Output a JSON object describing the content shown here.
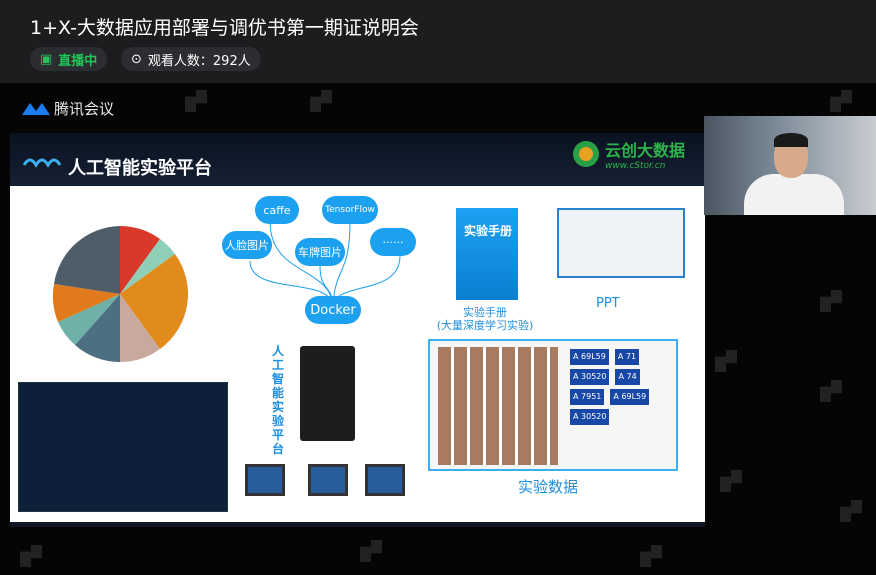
{
  "header": {
    "title": "1+X-大数据应用部署与调优书第一期证说明会",
    "live_label": "直播中",
    "viewers_label": "观看人数：292人"
  },
  "app": {
    "brand": "腾讯会议"
  },
  "slide": {
    "title": "人工智能实验平台",
    "logo_name": "云创大数据",
    "logo_url": "www.cStor.cn",
    "clouds": [
      "caffe",
      "TensorFlow",
      "人脸图片",
      "车牌图片",
      "······",
      "Docker"
    ],
    "server_label": "人工智能实验平台",
    "manual_cover": "实验手册",
    "manual_caption": "实验手册",
    "manual_sub": "(大量深度学习实验)",
    "ppt_caption": "PPT",
    "data_caption": "实验数据",
    "plates": [
      "A 69L59",
      "A 71",
      "A 30520",
      "A 74",
      "A 7951",
      "A 69L59",
      "A 30520"
    ]
  },
  "colors": {
    "accent": "#1ca0f0",
    "live": "#1fc75a"
  }
}
